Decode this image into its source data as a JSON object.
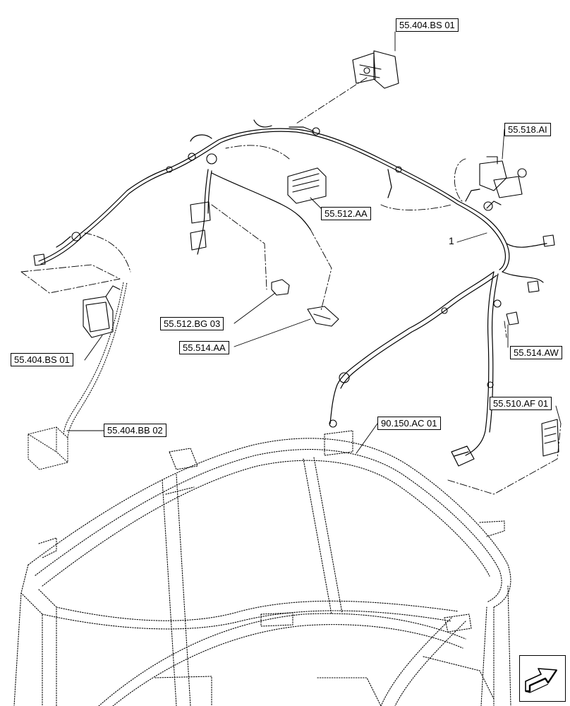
{
  "references": [
    {
      "id": "r1",
      "label": "55.404.BS  01"
    },
    {
      "id": "r2",
      "label": "55.518.AI"
    },
    {
      "id": "r3",
      "label": "55.512.AA"
    },
    {
      "id": "r4",
      "label": "55.512.BG  03"
    },
    {
      "id": "r5",
      "label": "55.514.AA"
    },
    {
      "id": "r6",
      "label": "55.514.AW"
    },
    {
      "id": "r7",
      "label": "55.404.BS  01"
    },
    {
      "id": "r8",
      "label": "55.510.AF  01"
    },
    {
      "id": "r9",
      "label": "55.404.BB  02"
    },
    {
      "id": "r10",
      "label": "90.150.AC  01"
    }
  ],
  "item_number": "1",
  "nav_arrow": {
    "icon": "next-page-arrow-icon"
  }
}
